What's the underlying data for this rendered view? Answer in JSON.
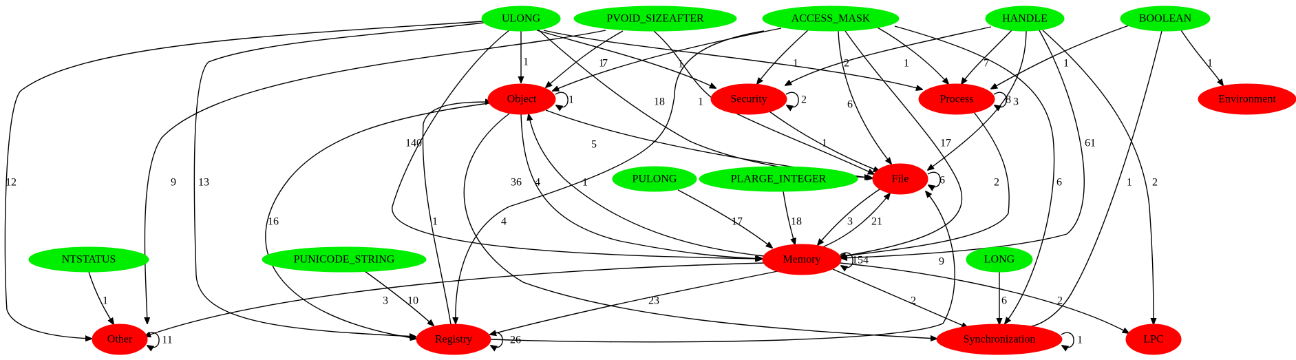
{
  "colors": {
    "type_node": "#00ee00",
    "category_node": "#ff0000",
    "edge": "#000000"
  },
  "nodes": {
    "ulong": "ULONG",
    "pvoid_sizeafter": "PVOID_SIZEAFTER",
    "access_mask": "ACCESS_MASK",
    "handle": "HANDLE",
    "boolean": "BOOLEAN",
    "object": "Object",
    "security": "Security",
    "process": "Process",
    "environment": "Environment",
    "pulong": "PULONG",
    "plarge_integer": "PLARGE_INTEGER",
    "file": "File",
    "ntstatus": "NTSTATUS",
    "punicode_string": "PUNICODE_STRING",
    "memory": "Memory",
    "long": "LONG",
    "other": "Other",
    "registry": "Registry",
    "synchronization": "Synchronization",
    "lpc": "LPC"
  },
  "edges": [
    {
      "from": "ulong",
      "to": "object",
      "label": "1"
    },
    {
      "from": "ulong",
      "to": "security",
      "label": "1"
    },
    {
      "from": "ulong",
      "to": "process",
      "label": "7"
    },
    {
      "from": "ulong",
      "to": "file",
      "label": "18"
    },
    {
      "from": "ulong",
      "to": "memory",
      "label": "140"
    },
    {
      "from": "ulong",
      "to": "other",
      "label": "12"
    },
    {
      "from": "ulong",
      "to": "registry",
      "label": "13"
    },
    {
      "from": "pvoid_sizeafter",
      "to": "object",
      "label": "1"
    },
    {
      "from": "pvoid_sizeafter",
      "to": "other",
      "label": "9"
    },
    {
      "from": "pvoid_sizeafter",
      "to": "file",
      "label": "1"
    },
    {
      "from": "access_mask",
      "to": "object",
      "label": ""
    },
    {
      "from": "access_mask",
      "to": "security",
      "label": "1"
    },
    {
      "from": "access_mask",
      "to": "process",
      "label": "2"
    },
    {
      "from": "access_mask",
      "to": "file",
      "label": "6"
    },
    {
      "from": "access_mask",
      "to": "memory",
      "label": "17"
    },
    {
      "from": "access_mask",
      "to": "registry",
      "label": "36"
    },
    {
      "from": "access_mask",
      "to": "synchronization",
      "label": "6"
    },
    {
      "from": "handle",
      "to": "security",
      "label": "1"
    },
    {
      "from": "handle",
      "to": "process",
      "label": "7"
    },
    {
      "from": "handle",
      "to": "file",
      "label": "3"
    },
    {
      "from": "handle",
      "to": "memory",
      "label": "61"
    },
    {
      "from": "handle",
      "to": "lpc",
      "label": "2"
    },
    {
      "from": "boolean",
      "to": "process",
      "label": "1"
    },
    {
      "from": "boolean",
      "to": "environment",
      "label": "1"
    },
    {
      "from": "boolean",
      "to": "synchronization",
      "label": "1"
    },
    {
      "from": "object",
      "to": "object",
      "label": "1"
    },
    {
      "from": "object",
      "to": "file",
      "label": "5"
    },
    {
      "from": "object",
      "to": "memory",
      "label": "4"
    },
    {
      "from": "object",
      "to": "registry",
      "label": "16"
    },
    {
      "from": "object",
      "to": "synchronization",
      "label": "4"
    },
    {
      "from": "security",
      "to": "security",
      "label": "2"
    },
    {
      "from": "security",
      "to": "file",
      "label": "1"
    },
    {
      "from": "process",
      "to": "process",
      "label": "8"
    },
    {
      "from": "process",
      "to": "memory",
      "label": "2"
    },
    {
      "from": "file",
      "to": "file",
      "label": "6"
    },
    {
      "from": "file",
      "to": "memory",
      "label": "3"
    },
    {
      "from": "memory",
      "to": "file",
      "label": "21"
    },
    {
      "from": "memory",
      "to": "object",
      "label": "1"
    },
    {
      "from": "memory",
      "to": "memory",
      "label": "154"
    },
    {
      "from": "memory",
      "to": "other",
      "label": "3"
    },
    {
      "from": "memory",
      "to": "registry",
      "label": "23"
    },
    {
      "from": "memory",
      "to": "synchronization",
      "label": "2"
    },
    {
      "from": "memory",
      "to": "lpc",
      "label": "2"
    },
    {
      "from": "pulong",
      "to": "memory",
      "label": "17"
    },
    {
      "from": "plarge_integer",
      "to": "memory",
      "label": "18"
    },
    {
      "from": "ntstatus",
      "to": "other",
      "label": "1"
    },
    {
      "from": "punicode_string",
      "to": "registry",
      "label": "10"
    },
    {
      "from": "registry",
      "to": "object",
      "label": "1"
    },
    {
      "from": "registry",
      "to": "registry",
      "label": "26"
    },
    {
      "from": "registry",
      "to": "file",
      "label": "9"
    },
    {
      "from": "other",
      "to": "other",
      "label": "11"
    },
    {
      "from": "long",
      "to": "synchronization",
      "label": "6"
    },
    {
      "from": "synchronization",
      "to": "synchronization",
      "label": "1"
    }
  ]
}
